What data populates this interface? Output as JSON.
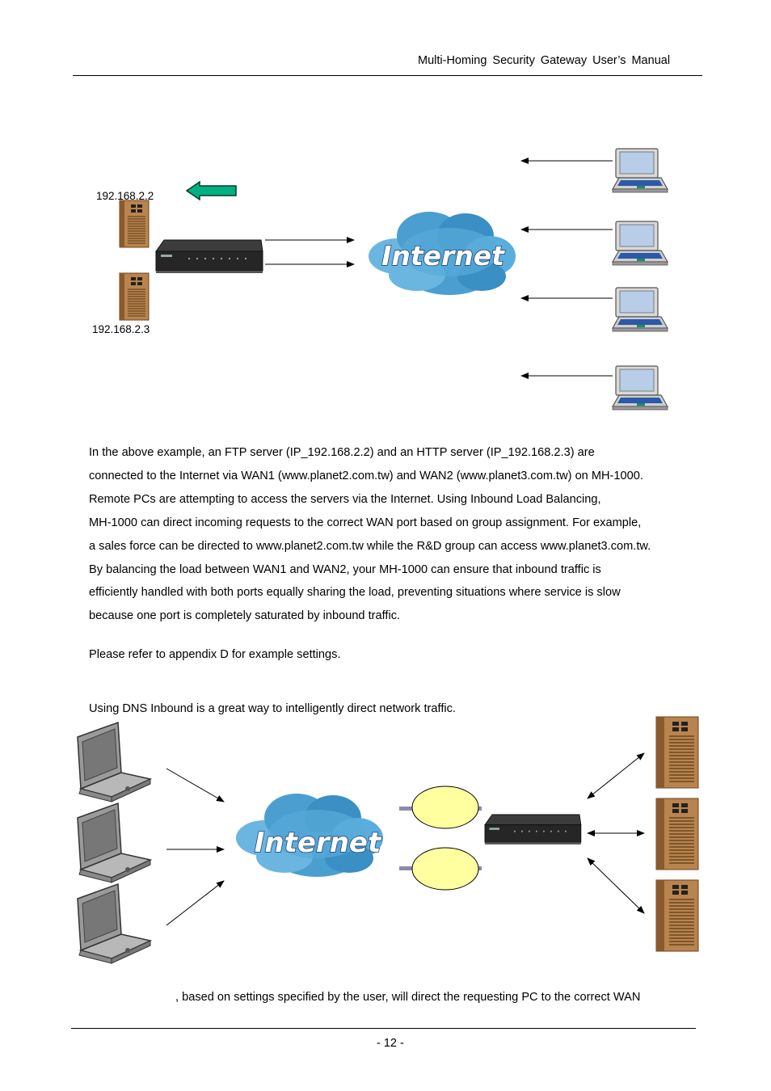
{
  "header": {
    "title": "Multi-Homing  Security  Gateway  User’s  Manual"
  },
  "diagram1": {
    "ip_top": "192.168.2.2",
    "ip_bottom": "192.168.2.3",
    "cloud_label": "Internet"
  },
  "body": {
    "paragraph": [
      "In the above example, an FTP server (IP_192.168.2.2) and an HTTP server (IP_192.168.2.3) are",
      "connected to the Internet via WAN1 (www.planet2.com.tw) and WAN2 (www.planet3.com.tw) on MH-1000.",
      "Remote PCs are attempting to access the servers via the Internet. Using Inbound Load Balancing,",
      "MH-1000 can direct incoming requests to the correct WAN port based on group assignment. For example,",
      "a sales force can be directed to www.planet2.com.tw while the R&D group can access www.planet3.com.tw.",
      "By balancing the load between WAN1 and WAN2, your MH-1000 can ensure that inbound traffic is",
      "efficiently handled with both ports equally sharing the load, preventing situations where service is slow",
      "because one port is completely saturated by inbound traffic."
    ],
    "appendix_note": "Please refer to appendix D for example settings.",
    "dns_intro": "Using DNS Inbound is a great way to intelligently direct network traffic.",
    "dns_fragment": ", based on settings specified by the user, will direct the requesting PC to the correct WAN"
  },
  "diagram2": {
    "cloud_label": "Internet"
  },
  "footer": {
    "page_number": "- 12 -"
  },
  "colors": {
    "cloud": "#4a9fd0",
    "server": "#b07840",
    "ellipse": "#ffffa0",
    "green_arrow": "#00b080",
    "laptop_screen": "#b8cde8"
  }
}
